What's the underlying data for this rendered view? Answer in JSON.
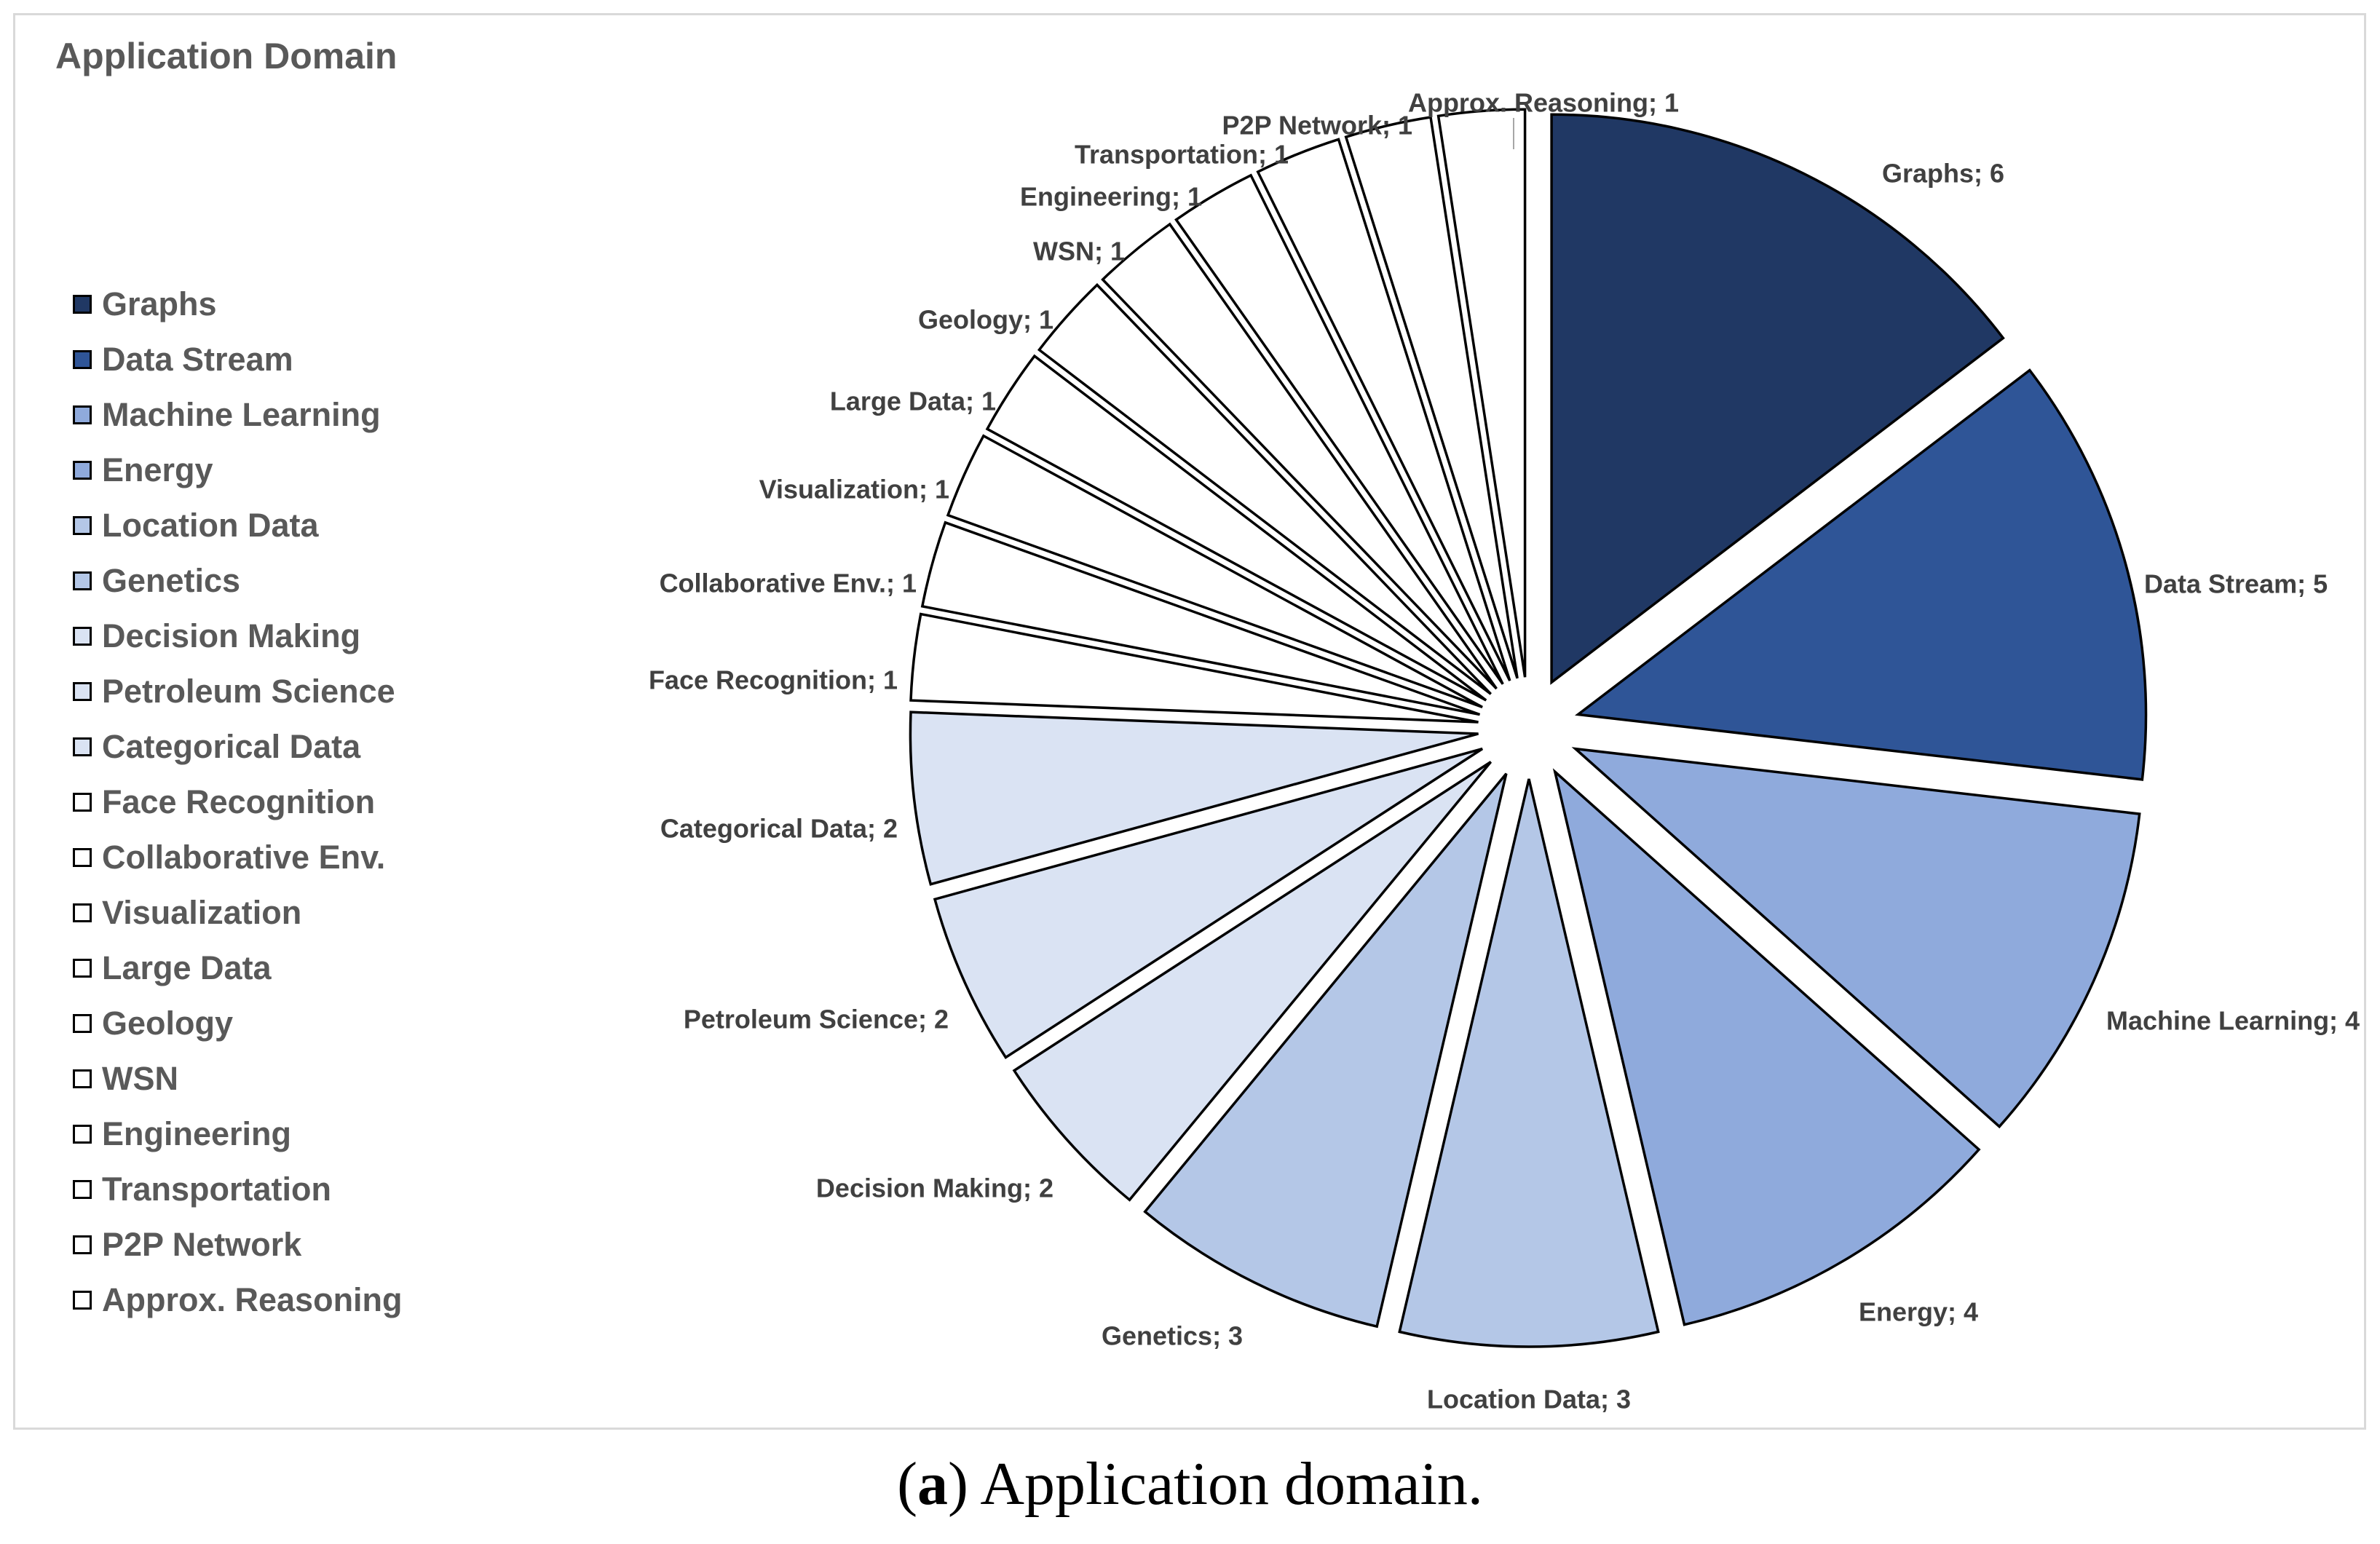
{
  "figure": {
    "caption_letter": "a",
    "caption_text": "Application domain."
  },
  "chart_data": {
    "type": "pie",
    "title": "Application Domain",
    "legend_position": "left",
    "exploded": true,
    "categories": [
      "Graphs",
      "Data Stream",
      "Machine Learning",
      "Energy",
      "Location Data",
      "Genetics",
      "Decision Making",
      "Petroleum Science",
      "Categorical Data",
      "Face Recognition",
      "Collaborative Env.",
      "Visualization",
      "Large Data",
      "Geology",
      "WSN",
      "Engineering",
      "Transportation",
      "P2P Network",
      "Approx. Reasoning"
    ],
    "values": [
      6,
      5,
      4,
      4,
      3,
      3,
      2,
      2,
      2,
      1,
      1,
      1,
      1,
      1,
      1,
      1,
      1,
      1,
      1
    ],
    "labels": [
      "Graphs; 6",
      "Data Stream; 5",
      "Machine Learning; 4",
      "Energy; 4",
      "Location Data; 3",
      "Genetics; 3",
      "Decision Making; 2",
      "Petroleum Science; 2",
      "Categorical Data; 2",
      "Face Recognition; 1",
      "Collaborative Env.; 1",
      "Visualization; 1",
      "Large Data; 1",
      "Geology; 1",
      "WSN; 1",
      "Engineering; 1",
      "Transportation; 1",
      "P2P Network; 1",
      "Approx. Reasoning; 1"
    ],
    "colors": [
      "#203864",
      "#2f5597",
      "#8faadc",
      "#8faadc",
      "#b4c7e7",
      "#b4c7e7",
      "#dae3f3",
      "#dae3f3",
      "#dae3f3",
      "#ffffff",
      "#ffffff",
      "#ffffff",
      "#ffffff",
      "#ffffff",
      "#ffffff",
      "#ffffff",
      "#ffffff",
      "#ffffff",
      "#ffffff"
    ],
    "outline_color": "#000000",
    "label_color": "#404040"
  }
}
